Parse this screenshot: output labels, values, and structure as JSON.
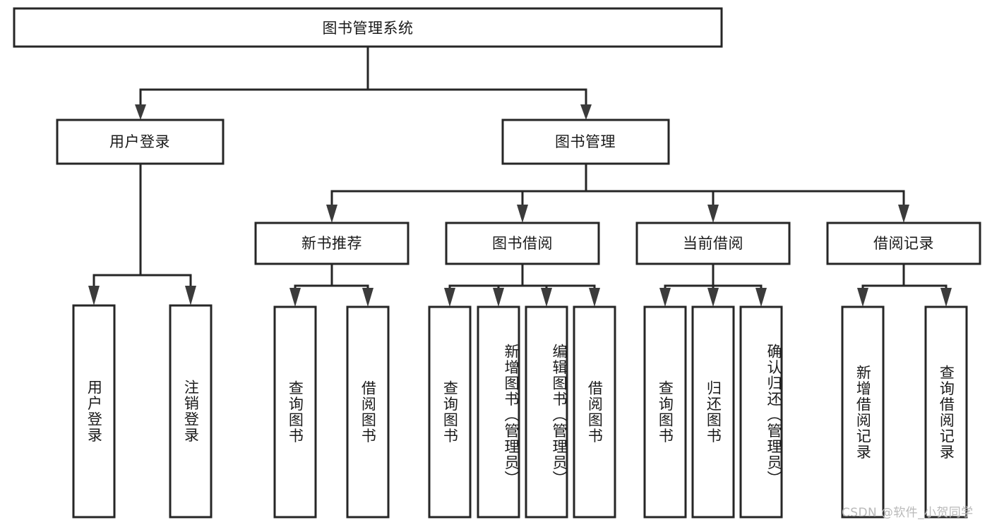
{
  "diagram": {
    "title": "图书管理系统",
    "watermark": "CSDN @软件_小贺同学",
    "colors": {
      "stroke": "#262626",
      "arrow": "#3b3b3b",
      "fill": "#ffffff",
      "text": "#1a1a1a",
      "watermark": "#b9b9b9"
    },
    "root": {
      "label": "图书管理系统"
    },
    "level2": [
      {
        "label": "用户登录"
      },
      {
        "label": "图书管理"
      }
    ],
    "level3": [
      {
        "label": "新书推荐"
      },
      {
        "label": "图书借阅"
      },
      {
        "label": "当前借阅"
      },
      {
        "label": "借阅记录"
      }
    ],
    "leaves": {
      "user_login": [
        {
          "label": "用户登录"
        },
        {
          "label": "注销登录"
        }
      ],
      "new_book_rec": [
        {
          "label": "查询图书"
        },
        {
          "label": "借阅图书"
        }
      ],
      "book_borrow": [
        {
          "label": "查询图书"
        },
        {
          "label": "新增图书（管理员）"
        },
        {
          "label": "编辑图书（管理员）"
        },
        {
          "label": "借阅图书"
        }
      ],
      "current_borrow": [
        {
          "label": "查询图书"
        },
        {
          "label": "归还图书"
        },
        {
          "label": "确认归还（管理员）"
        }
      ],
      "borrow_record": [
        {
          "label": "新增借阅记录"
        },
        {
          "label": "查询借阅记录"
        }
      ]
    }
  }
}
